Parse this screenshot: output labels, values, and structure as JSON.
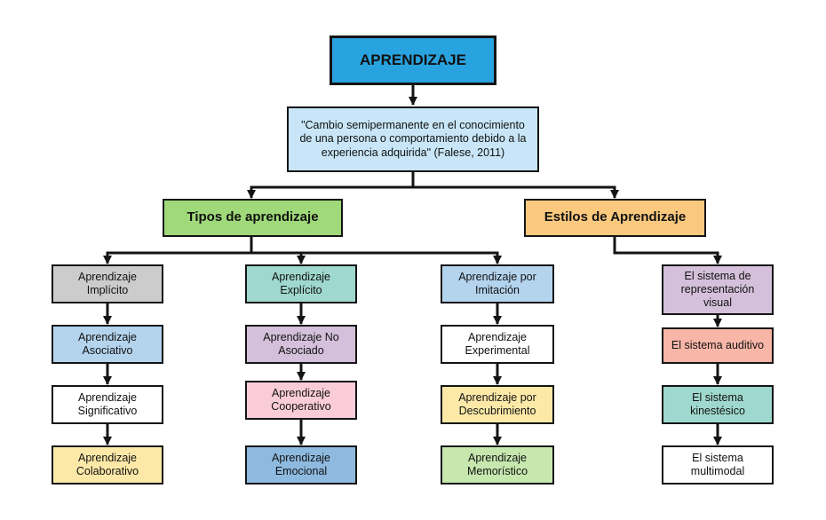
{
  "title": "APRENDIZAJE",
  "definition": "\"Cambio semipermanente en el conocimiento de una persona o comportamiento debido a la experiencia adquirida\" (Falese, 2011)",
  "categories": {
    "tipos": "Tipos de aprendizaje",
    "estilos": "Estilos de Aprendizaje"
  },
  "columns": [
    [
      "Aprendizaje Implícito",
      "Aprendizaje Asociativo",
      "Aprendizaje Significativo",
      "Aprendizaje Colaborativo"
    ],
    [
      "Aprendizaje Explícito",
      "Aprendizaje No Asociado",
      "Aprendizaje Cooperativo",
      "Aprendizaje Emocional"
    ],
    [
      "Aprendizaje por Imitación",
      "Aprendizaje Experimental",
      "Aprendizaje por Descubrimiento",
      "Aprendizaje Memorístico"
    ],
    [
      "El sistema de representación visual",
      "El sistema auditivo",
      "El sistema kinestésico",
      "El sistema multimodal"
    ]
  ],
  "colors": {
    "title": "#29a3df",
    "definition": "#c8e6f7",
    "tipos": "#9fd97a",
    "estilos": "#fbc97e",
    "columns": [
      [
        "#cccccc",
        "#b4d4ee",
        "#ffffff",
        "#fce9a8"
      ],
      [
        "#9fd8cf",
        "#d4c0da",
        "#f9ccd8",
        "#8ebae0"
      ],
      [
        "#b4d4ee",
        "#ffffff",
        "#fce9a8",
        "#c6e7ae"
      ],
      [
        "#d4c0da",
        "#f8b6a8",
        "#9fd8cf",
        "#ffffff"
      ]
    ]
  }
}
